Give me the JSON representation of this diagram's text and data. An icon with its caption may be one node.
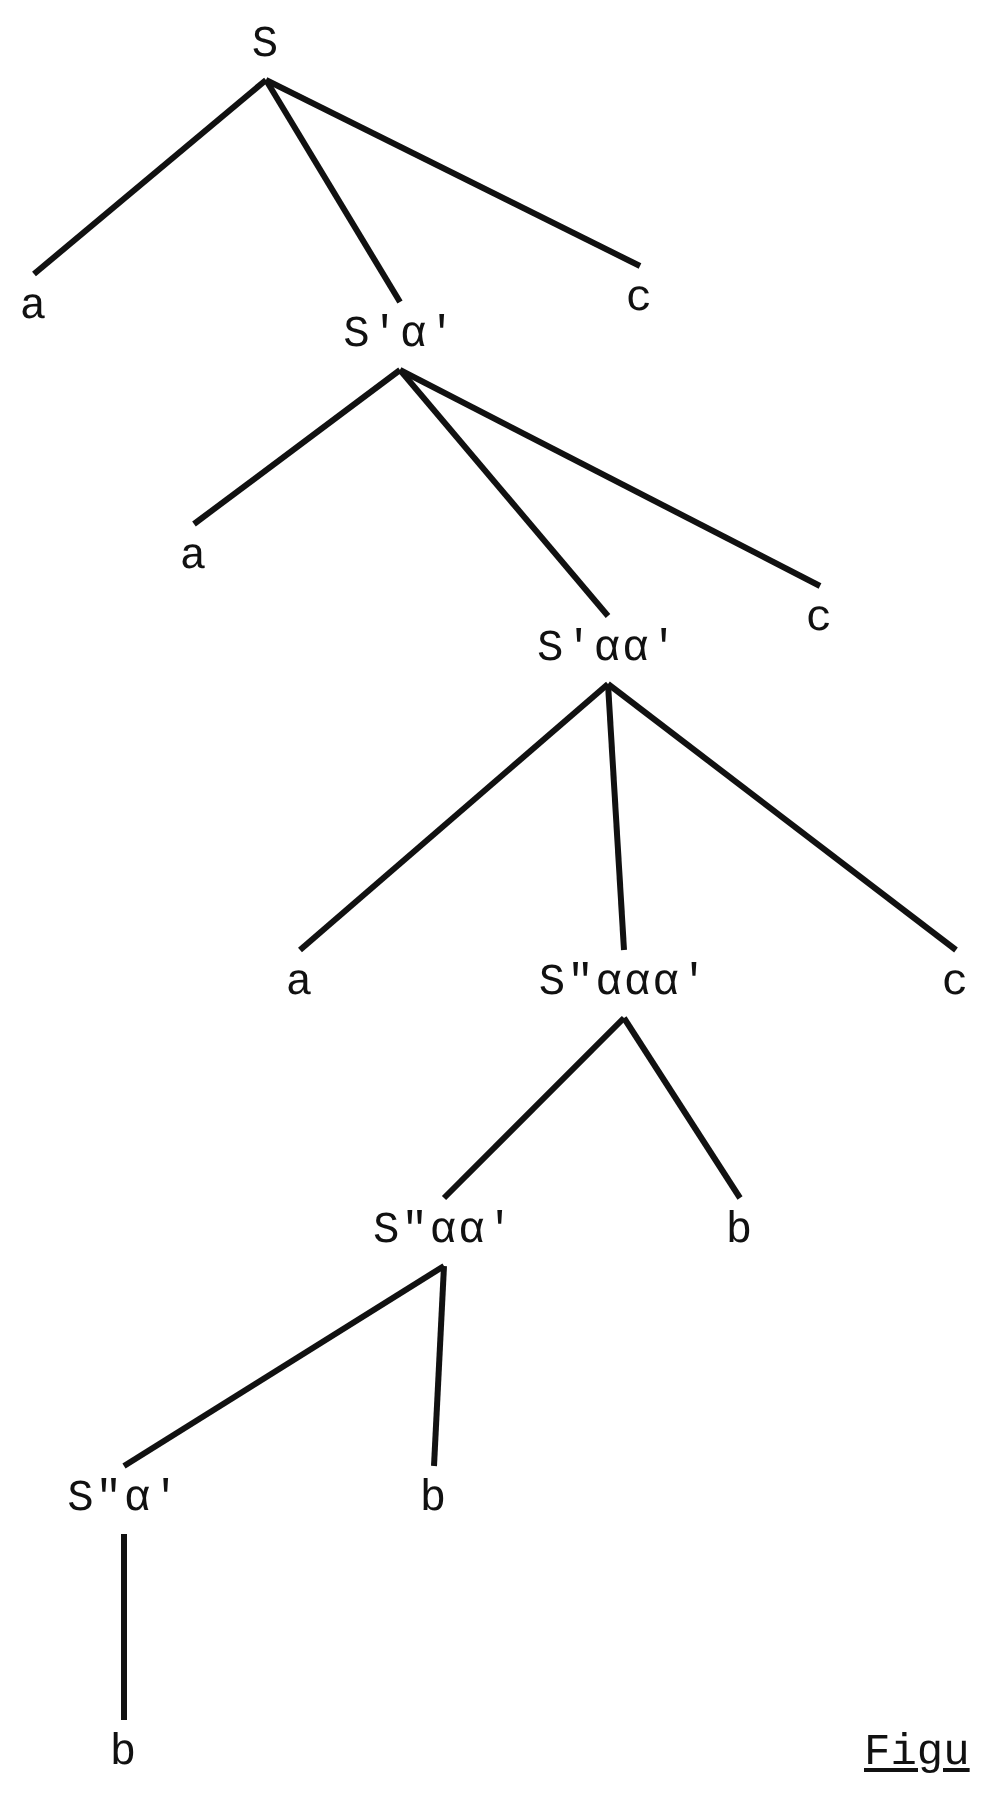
{
  "diagram": {
    "nodes": [
      {
        "text": [
          "S"
        ]
      },
      {
        "text": [
          "a"
        ]
      },
      {
        "text": [
          "S′α′"
        ]
      },
      {
        "text": [
          "c"
        ]
      },
      {
        "text": [
          "a"
        ]
      },
      {
        "text": [
          "S′αα′"
        ]
      },
      {
        "text": [
          "c"
        ]
      },
      {
        "text": [
          "a"
        ]
      },
      {
        "text": [
          "S″ααα′"
        ]
      },
      {
        "text": [
          "c"
        ]
      },
      {
        "text": [
          "S″αα′"
        ]
      },
      {
        "text": [
          "b"
        ]
      },
      {
        "text": [
          "S″α′"
        ]
      },
      {
        "text": [
          "b"
        ]
      },
      {
        "text": [
          "b"
        ]
      }
    ],
    "edges": [
      {
        "from": 0,
        "to": 1,
        "arrow": "none"
      },
      {
        "from": 0,
        "to": 2,
        "arrow": "none"
      },
      {
        "from": 0,
        "to": 3,
        "arrow": "none"
      },
      {
        "from": 2,
        "to": 4,
        "arrow": "none"
      },
      {
        "from": 2,
        "to": 5,
        "arrow": "none"
      },
      {
        "from": 2,
        "to": 6,
        "arrow": "none"
      },
      {
        "from": 5,
        "to": 7,
        "arrow": "none"
      },
      {
        "from": 5,
        "to": 8,
        "arrow": "none"
      },
      {
        "from": 5,
        "to": 9,
        "arrow": "none"
      },
      {
        "from": 8,
        "to": 10,
        "arrow": "none"
      },
      {
        "from": 8,
        "to": 11,
        "arrow": "none"
      },
      {
        "from": 10,
        "to": 12,
        "arrow": "none"
      },
      {
        "from": 10,
        "to": 13,
        "arrow": "none"
      },
      {
        "from": 12,
        "to": 14,
        "arrow": "none"
      }
    ],
    "labels": [
      "Figu"
    ]
  }
}
